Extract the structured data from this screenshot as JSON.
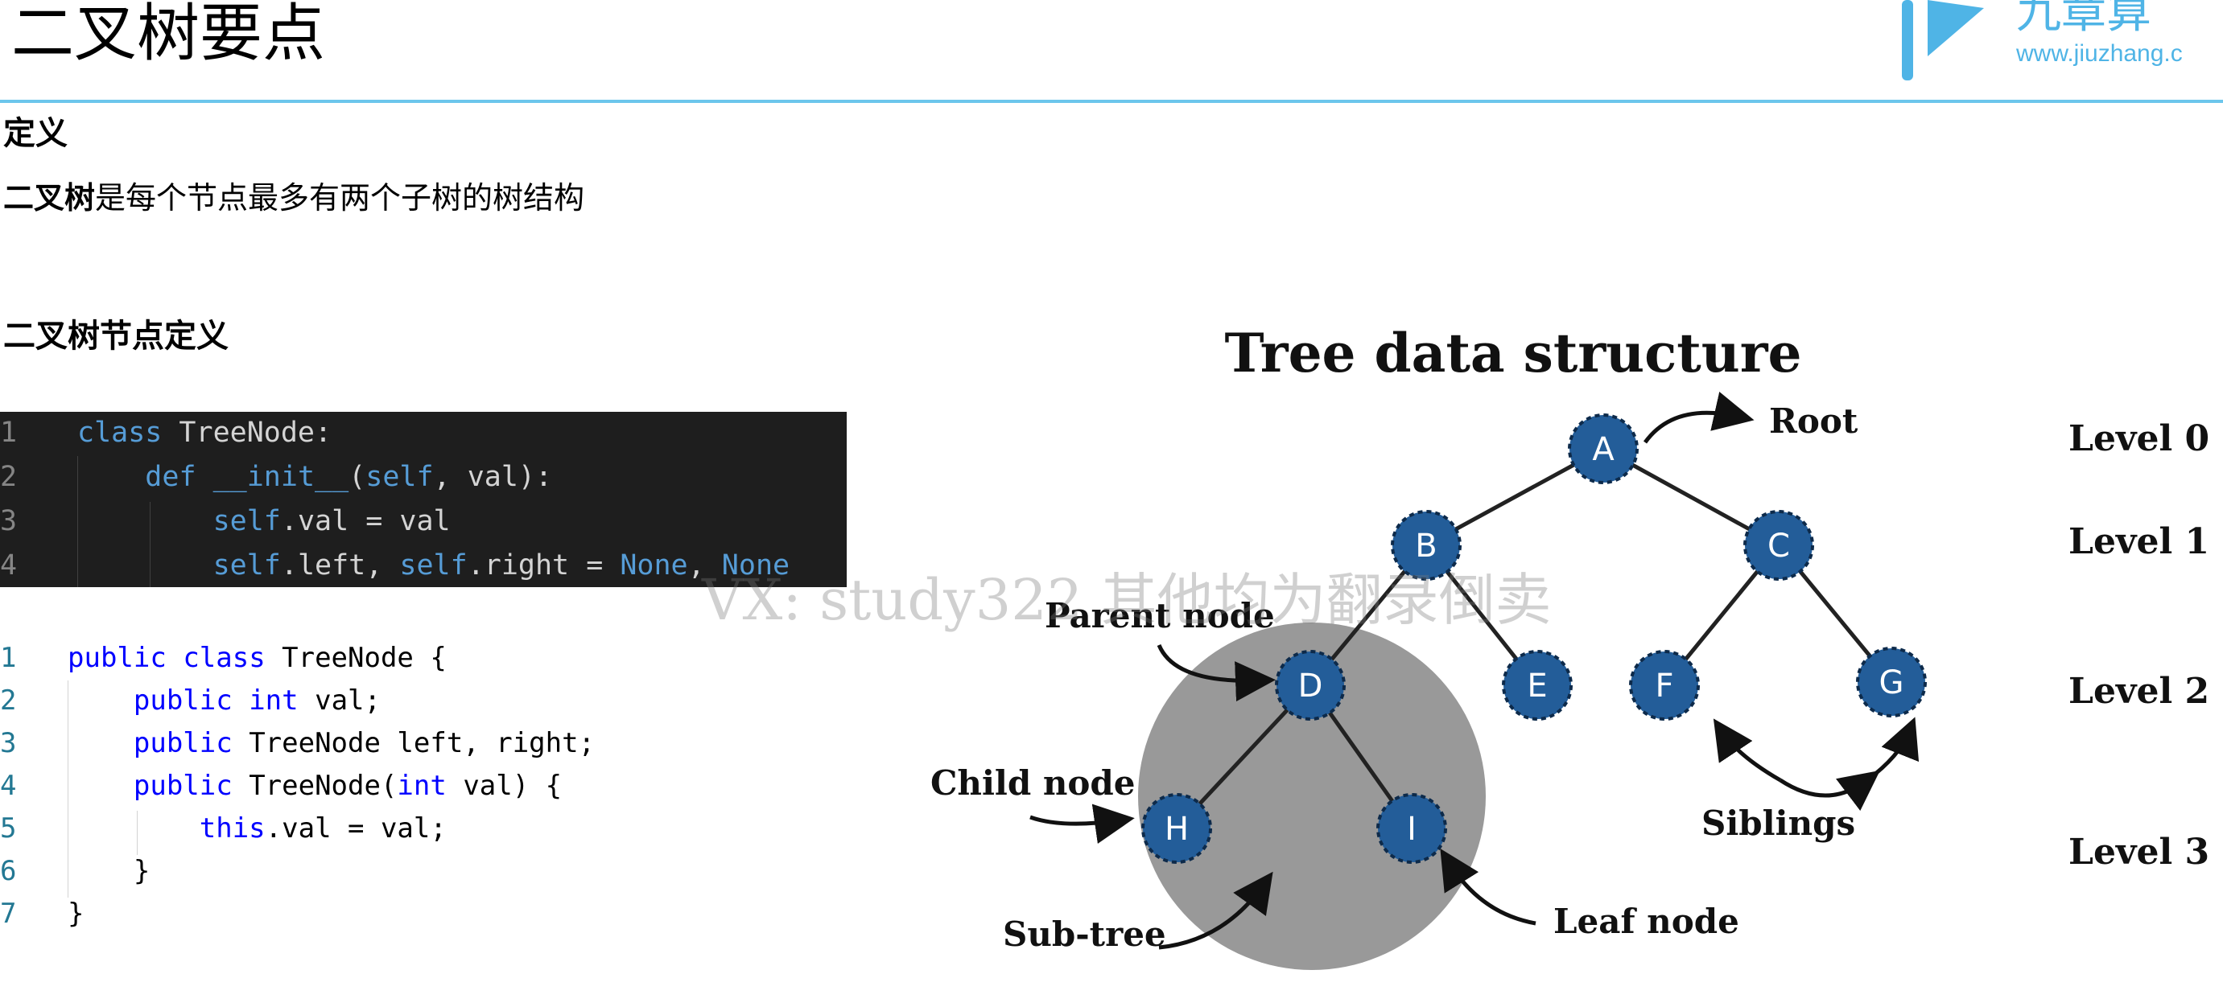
{
  "header": {
    "title": "二叉树要点",
    "logo_text": "九章算",
    "logo_url": "www.jiuzhang.c"
  },
  "definition": {
    "heading": "定义",
    "term": "二叉树",
    "text": "是每个节点最多有两个子树的树结构"
  },
  "node_def": {
    "heading": "二叉树节点定义"
  },
  "python_code": {
    "line_numbers": [
      "1",
      "2",
      "3",
      "4"
    ]
  },
  "java_code": {
    "line_numbers": [
      "1",
      "2",
      "3",
      "4",
      "5",
      "6",
      "7"
    ]
  },
  "diagram": {
    "title": "Tree data structure",
    "nodes": [
      "A",
      "B",
      "C",
      "D",
      "E",
      "F",
      "G",
      "H",
      "I"
    ],
    "labels": {
      "root": "Root",
      "parent": "Parent node",
      "child": "Child node",
      "subtree": "Sub-tree",
      "leaf": "Leaf node",
      "siblings": "Siblings"
    },
    "levels": [
      "Level 0",
      "Level 1",
      "Level 2",
      "Level 3"
    ],
    "node_color": "#235d99",
    "subtree_color": "#999999"
  },
  "watermark": "VX: study322 其他均为翻录倒卖",
  "colors": {
    "accent_rule": "#6cc6ec",
    "code_bg": "#1e1e1e"
  }
}
